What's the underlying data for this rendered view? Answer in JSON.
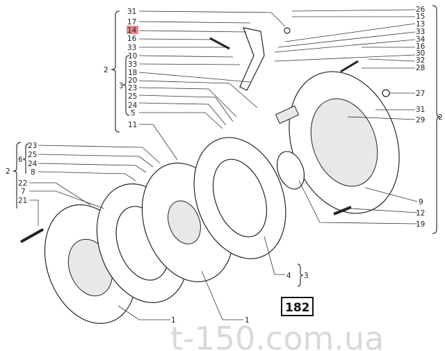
{
  "diagram": {
    "figure_number": "182",
    "watermark": "t-150.com.ua",
    "left_top_labels": [
      "31",
      "17",
      "14",
      "16",
      "33",
      "10",
      "33",
      "18",
      "20",
      "23",
      "25",
      "24",
      "5",
      "11"
    ],
    "highlighted_label": "14",
    "left_top_groups": {
      "outer": "2",
      "inner": "3"
    },
    "right_top_labels": [
      "26",
      "15",
      "13",
      "33",
      "34",
      "16",
      "30",
      "32",
      "28",
      "27",
      "31",
      "29"
    ],
    "right_group": "2",
    "left_lower_labels": [
      "23",
      "25",
      "24",
      "8",
      "22",
      "7",
      "21"
    ],
    "left_lower_groups": {
      "outer": "2",
      "inner": "6"
    },
    "right_lower_labels": [
      "9",
      "12",
      "19"
    ],
    "bottom_labels": {
      "part4": "4",
      "group3": "3",
      "disc1a": "1",
      "disc1b": "1"
    }
  }
}
